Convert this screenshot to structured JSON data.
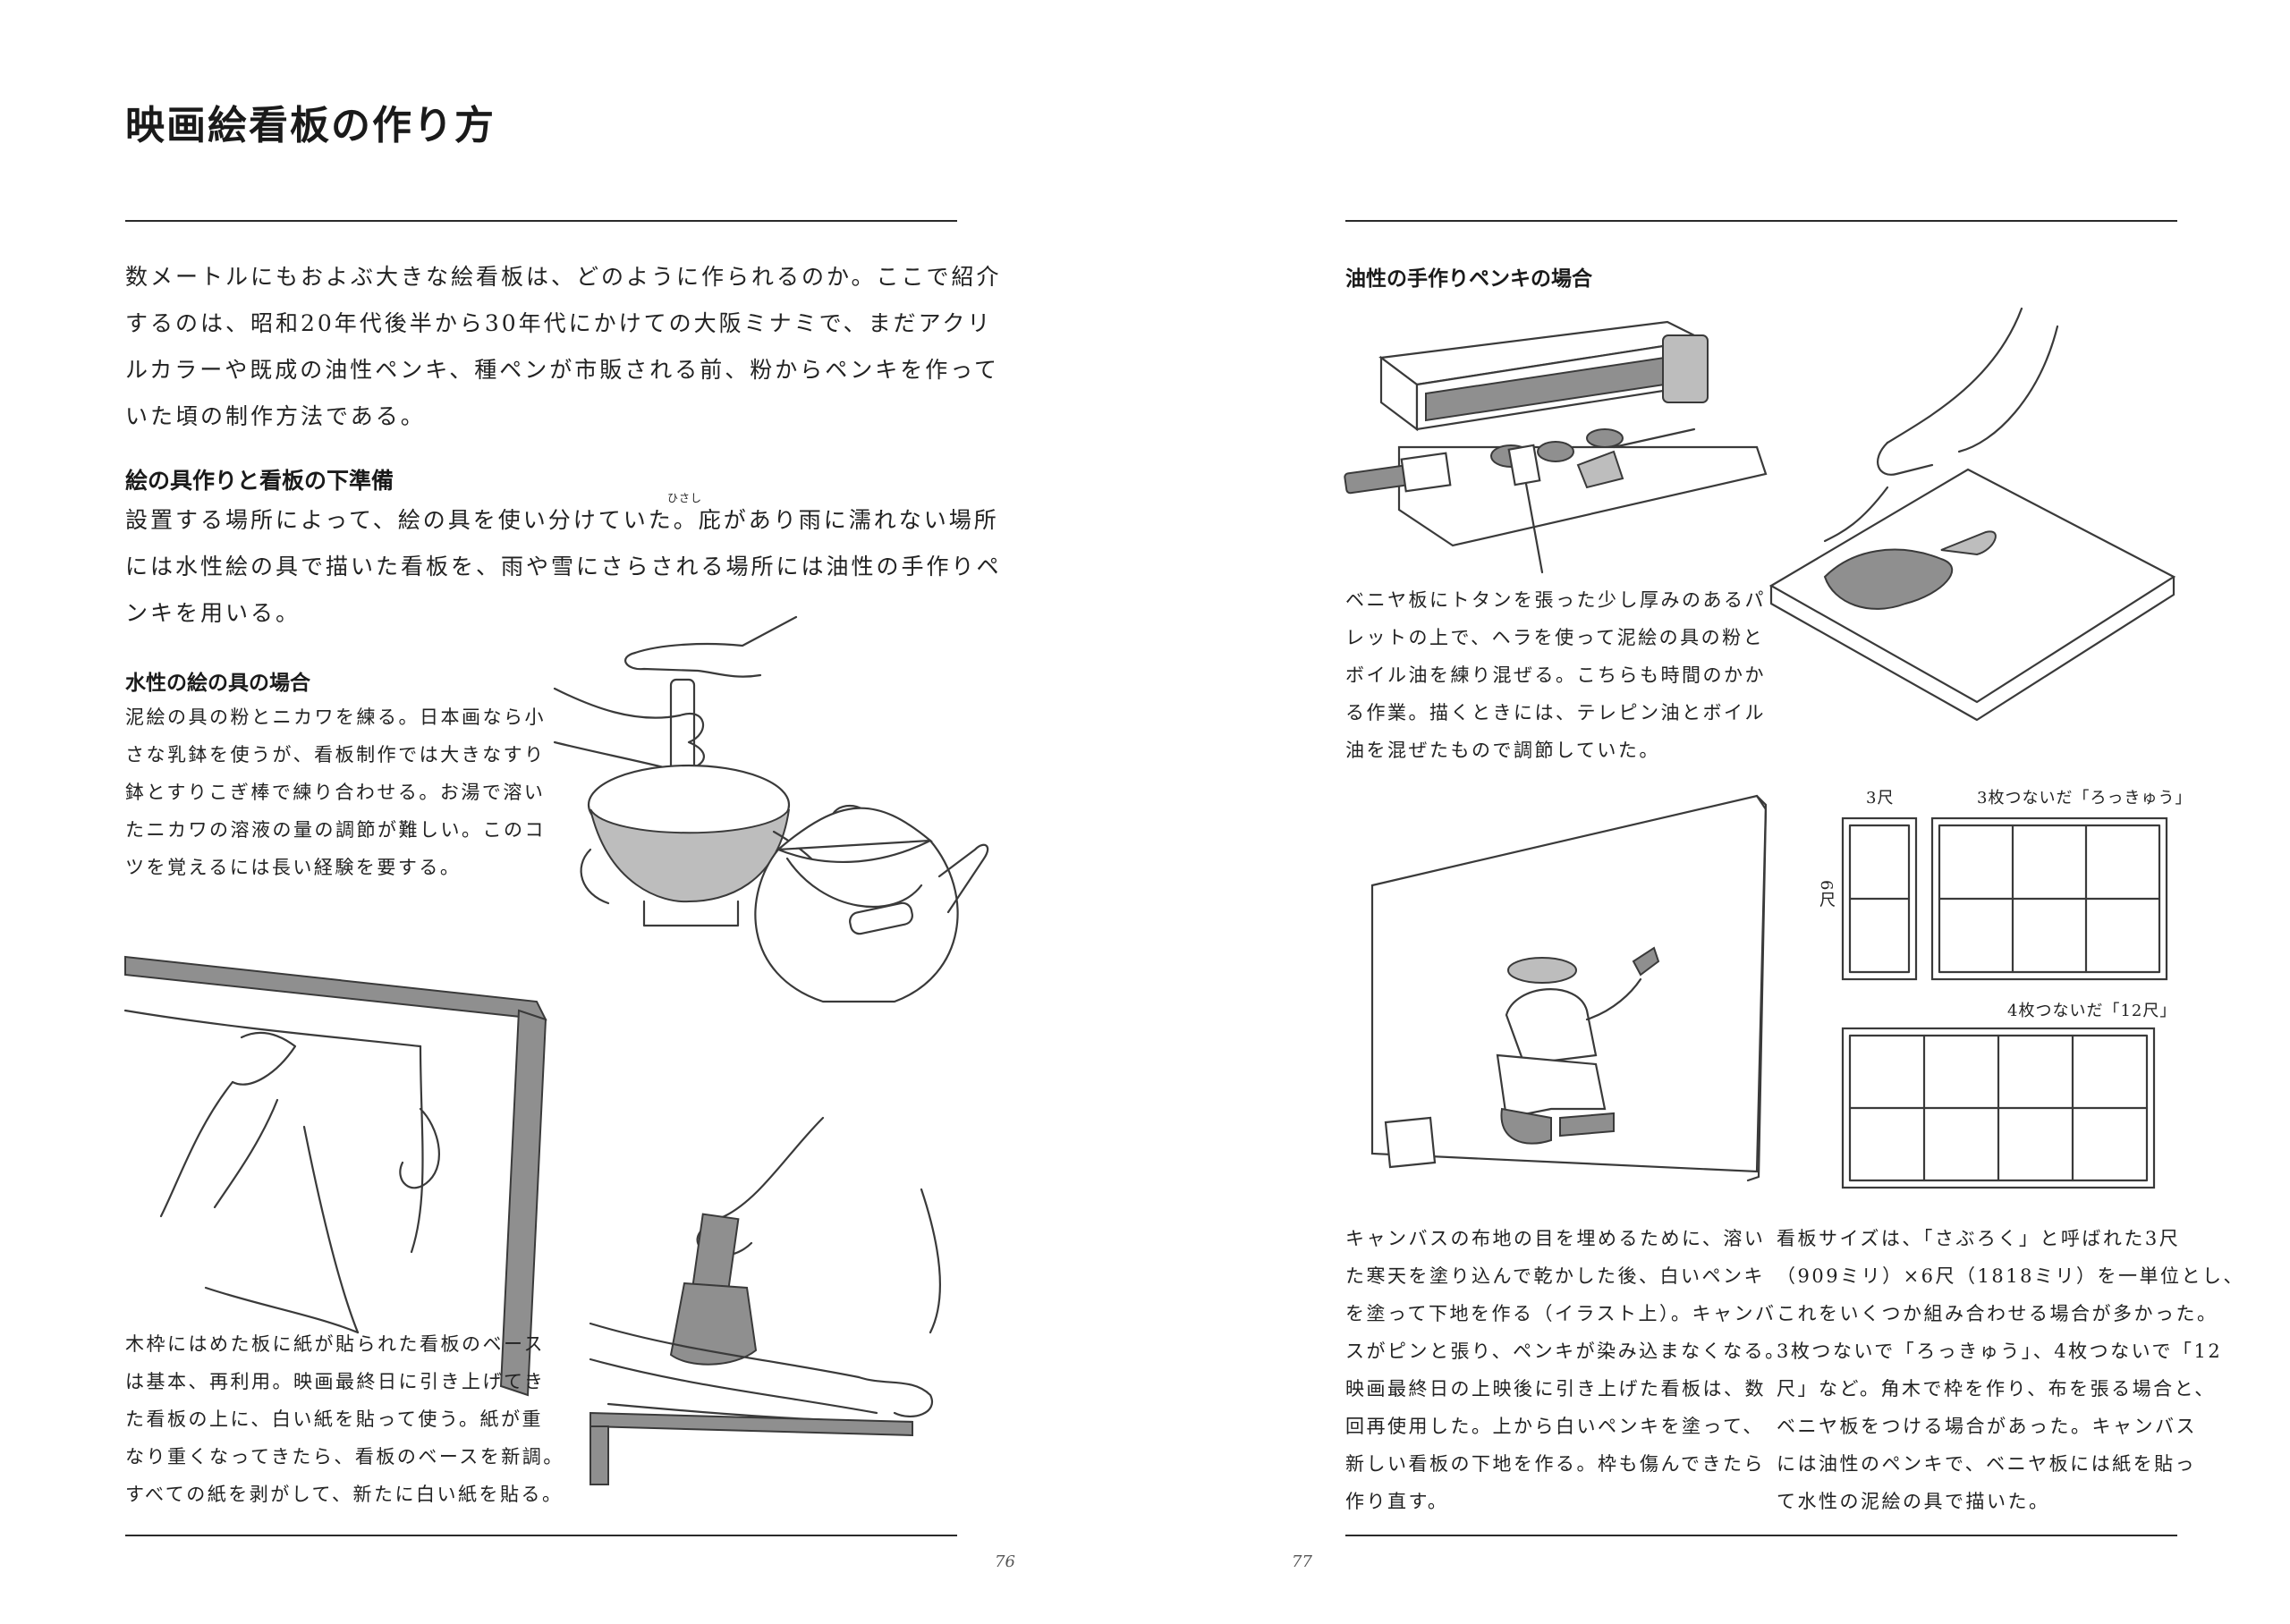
{
  "left_page": {
    "title": "映画絵看板の作り方",
    "intro": [
      "数メートルにもおよぶ大きな絵看板は、どのように作られるのか。ここで紹介",
      "するのは、昭和20年代後半から30年代にかけての大阪ミナミで、まだアクリ",
      "ルカラーや既成の油性ペンキ、種ペンが市販される前、粉からペンキを作って",
      "いた頃の制作方法である。"
    ],
    "section1": {
      "heading": "絵の具作りと看板の下準備",
      "ruby": "ひさし",
      "lines": [
        "設置する場所によって、絵の具を使い分けていた。庇があり雨に濡れない場所",
        "には水性絵の具で描いた看板を、雨や雪にさらされる場所には油性の手作りペ",
        "ンキを用いる。"
      ]
    },
    "section2": {
      "heading": "水性の絵の具の場合",
      "lines": [
        "泥絵の具の粉とニカワを練る。日本画なら小",
        "さな乳鉢を使うが、看板制作では大きなすり",
        "鉢とすりこぎ棒で練り合わせる。お湯で溶い",
        "たニカワの溶液の量の調節が難しい。このコ",
        "ツを覚えるには長い経験を要する。"
      ]
    },
    "caption_board": [
      "木枠にはめた板に紙が貼られた看板のベース",
      "は基本、再利用。映画最終日に引き上げてき",
      "た看板の上に、白い紙を貼って使う。紙が重",
      "なり重くなってきたら、看板のベースを新調。",
      "すべての紙を剥がして、新たに白い紙を貼る。"
    ],
    "page_number": "76"
  },
  "right_page": {
    "section3": {
      "heading": "油性の手作りペンキの場合",
      "lines": [
        "ベニヤ板にトタンを張った少し厚みのあるパ",
        "レットの上で、ヘラを使って泥絵の具の粉と",
        "ボイル油を練り混ぜる。こちらも時間のかか",
        "る作業。描くときには、テレピン油とボイル",
        "油を混ぜたもので調節していた。"
      ]
    },
    "diagram": {
      "label_3shaku": "3尺",
      "label_6shaku": "6尺",
      "label_rokkyu": "3枚つないだ「ろっきゅう」",
      "label_12shaku": "4枚つないだ「12尺」"
    },
    "caption_canvas": [
      "キャンバスの布地の目を埋めるために、溶い",
      "た寒天を塗り込んで乾かした後、白いペンキ",
      "を塗って下地を作る（イラスト上）。キャンバ",
      "スがピンと張り、ペンキが染み込まなくなる。",
      "映画最終日の上映後に引き上げた看板は、数",
      "回再使用した。上から白いペンキを塗って、",
      "新しい看板の下地を作る。枠も傷んできたら",
      "作り直す。"
    ],
    "caption_size": [
      "看板サイズは、「さぶろく」と呼ばれた3尺",
      "（909ミリ）×6尺（1818ミリ）を一単位とし、",
      "これをいくつか組み合わせる場合が多かった。",
      "3枚つないで「ろっきゅう」、4枚つないで「12",
      "尺」など。角木で枠を作り、布を張る場合と、",
      "ベニヤ板をつける場合があった。キャンバス",
      "には油性のペンキで、ベニヤ板には紙を貼っ",
      "て水性の泥絵の具で描いた。"
    ],
    "page_number": "77"
  }
}
